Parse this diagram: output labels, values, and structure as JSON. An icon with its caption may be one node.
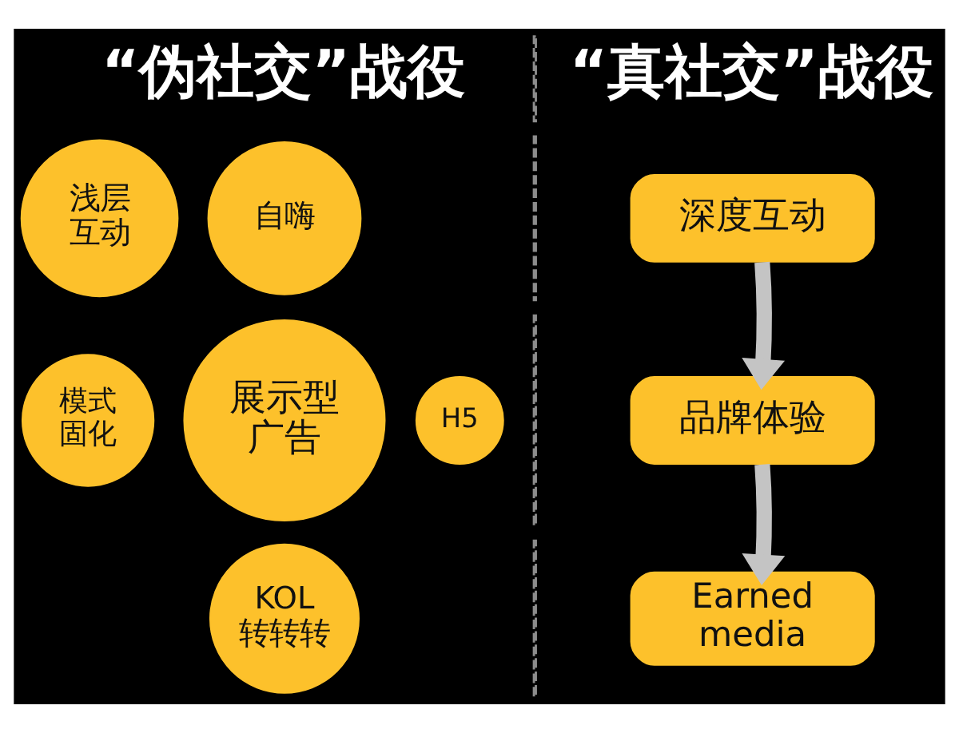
{
  "diagram": {
    "nodes": [
      {
        "text": [
          "浅层互动"
        ]
      },
      {
        "text": [
          "自嗨"
        ]
      },
      {
        "text": [
          "H5"
        ]
      },
      {
        "text": [
          "模式固化"
        ]
      },
      {
        "text": [
          "展示型广告"
        ]
      },
      {
        "text": [
          "KOL转转转"
        ]
      },
      {
        "text": [
          "深度互动"
        ]
      },
      {
        "text": [
          "品牌体验"
        ]
      },
      {
        "text": [
          "Earned media"
        ]
      }
    ],
    "edges": [
      {
        "from": 6,
        "to": 7,
        "arrow": "to"
      },
      {
        "from": 7,
        "to": 8,
        "arrow": "to"
      }
    ],
    "labels": [
      "“伪社交”战役",
      "“真社交”战役"
    ]
  }
}
